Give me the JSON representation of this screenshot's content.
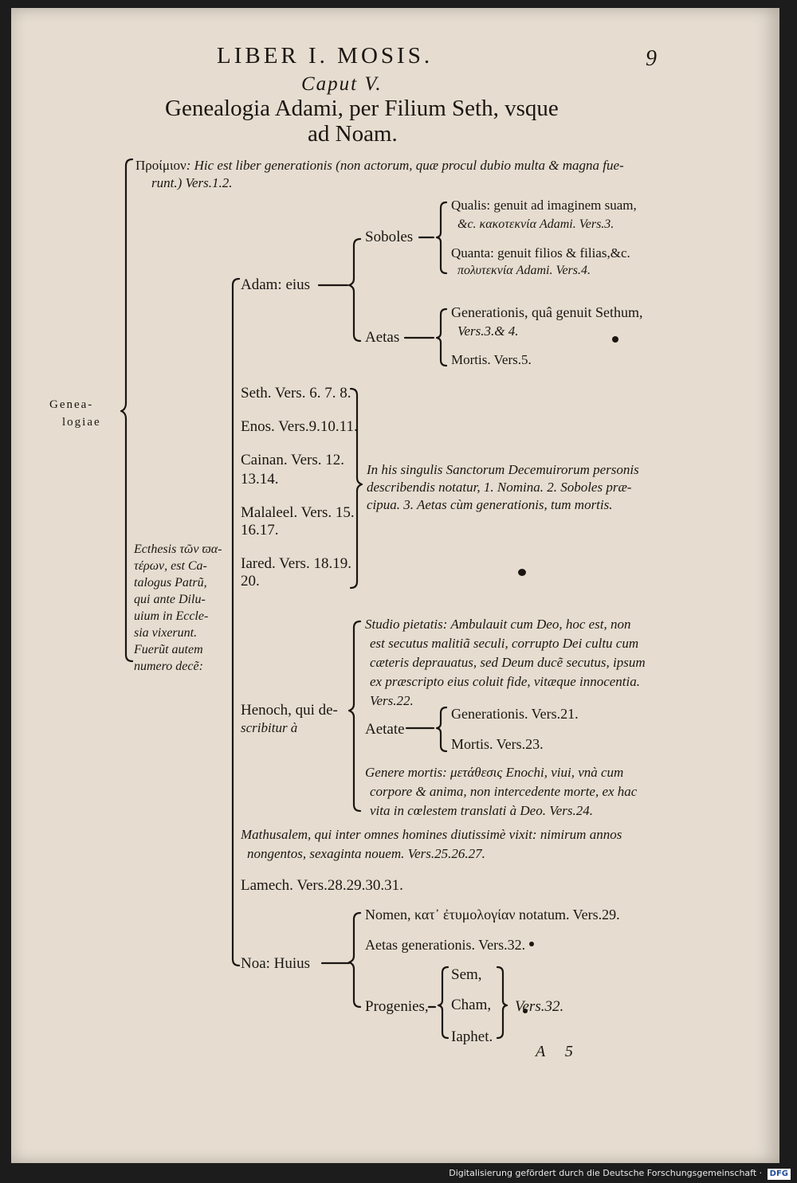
{
  "header": {
    "title": "LIBER I. MOSIS.",
    "page_number": "9",
    "chapter": "Caput V.",
    "subtitle_line1": "Genealogia Adami, per Filium Seth, vsque",
    "subtitle_line2": "ad Noam."
  },
  "root": {
    "label_line1": "Genea-",
    "label_line2": "logiae"
  },
  "prooemium": {
    "line1_greek": "Προίμιον",
    "line1_text": ": Hic est liber generationis (non actorum, quæ procul dubio multa & magna fue-",
    "line2_text": "runt.) Vers.1.2."
  },
  "ecthesis": {
    "lines": [
      "Ecthesis τῶν ϖα-",
      "τέρων, est Ca-",
      "talogus Patrũ,",
      "qui ante Dilu-",
      "uium in Eccle-",
      "sia vixerunt.",
      "Fuerũt autem",
      "numero decẽ:"
    ]
  },
  "adam": {
    "label": "Adam: eius",
    "soboles": {
      "label": "Soboles",
      "qualis_l1": "Qualis: genuit ad imaginem suam,",
      "qualis_l2": "&c. κακοτεκνία Adami. Vers.3.",
      "quanta_l1": "Quanta: genuit filios & filias,&c.",
      "quanta_l2": "πολυτεκνία Adami. Vers.4."
    },
    "aetas": {
      "label": "Aetas",
      "gen_l1": "Generationis, quâ genuit Sethum,",
      "gen_l2": "Vers.3.& 4.",
      "mortis": "Mortis. Vers.5."
    }
  },
  "patriarchs": {
    "seth": "Seth. Vers. 6. 7. 8.",
    "enos": "Enos. Vers.9.10.11.",
    "cainan_l1": "Cainan. Vers. 12.",
    "cainan_l2": "13.14.",
    "malaleel_l1": "Malaleel. Vers. 15.",
    "malaleel_l2": "16.17.",
    "iared_l1": "Iared. Vers. 18.19.",
    "iared_l2": "20.",
    "note_l1": "In his singulis Sanctorum Decemuirorum personis",
    "note_l2": "describendis notatur, 1. Nomina. 2. Soboles præ-",
    "note_l3": "cipua. 3. Aetas cùm generationis, tum mortis."
  },
  "henoch": {
    "label_l1": "Henoch, qui de-",
    "label_l2": "scribitur à",
    "studio": [
      "Studio pietatis: Ambulauit cum Deo, hoc est, non",
      "est secutus malitiã seculi, corrupto Dei cultu cum",
      "cæteris deprauatus, sed Deum ducẽ secutus, ipsum",
      "ex præscripto eius coluit fide, vitæque innocentia.",
      "Vers.22."
    ],
    "aetate": {
      "label": "Aetate",
      "gen": "Generationis. Vers.21.",
      "mortis": "Mortis. Vers.23."
    },
    "genere": [
      "Genere mortis: μετάθεσις Enochi, viui, vnà cum",
      "corpore & anima, non intercedente morte, ex hac",
      "vita in cœlestem translati à Deo. Vers.24."
    ]
  },
  "mathusalem": {
    "l1": "Mathusalem, qui inter omnes homines diutissimè vixit: nimirum annos",
    "l2": "nongentos, sexaginta nouem. Vers.25.26.27."
  },
  "lamech": "Lamech. Vers.28.29.30.31.",
  "noa": {
    "label": "Noa: Huius",
    "nomen": "Nomen, κατ᾽ ἐτυμολογίαν notatum. Vers.29.",
    "aetas": "Aetas generationis. Vers.32.",
    "progenies": "Progenies,",
    "sons": [
      "Sem,",
      "Cham,",
      "Iaphet."
    ],
    "vers": "Vers.32."
  },
  "signature": "A 5",
  "footer": {
    "text": "Digitalisierung gefördert durch die Deutsche Forschungsgemeinschaft",
    "logo": "DFG"
  },
  "colors": {
    "paper": "#e6ddd0",
    "ink": "#1b1612",
    "border": "#1c1c1c"
  }
}
